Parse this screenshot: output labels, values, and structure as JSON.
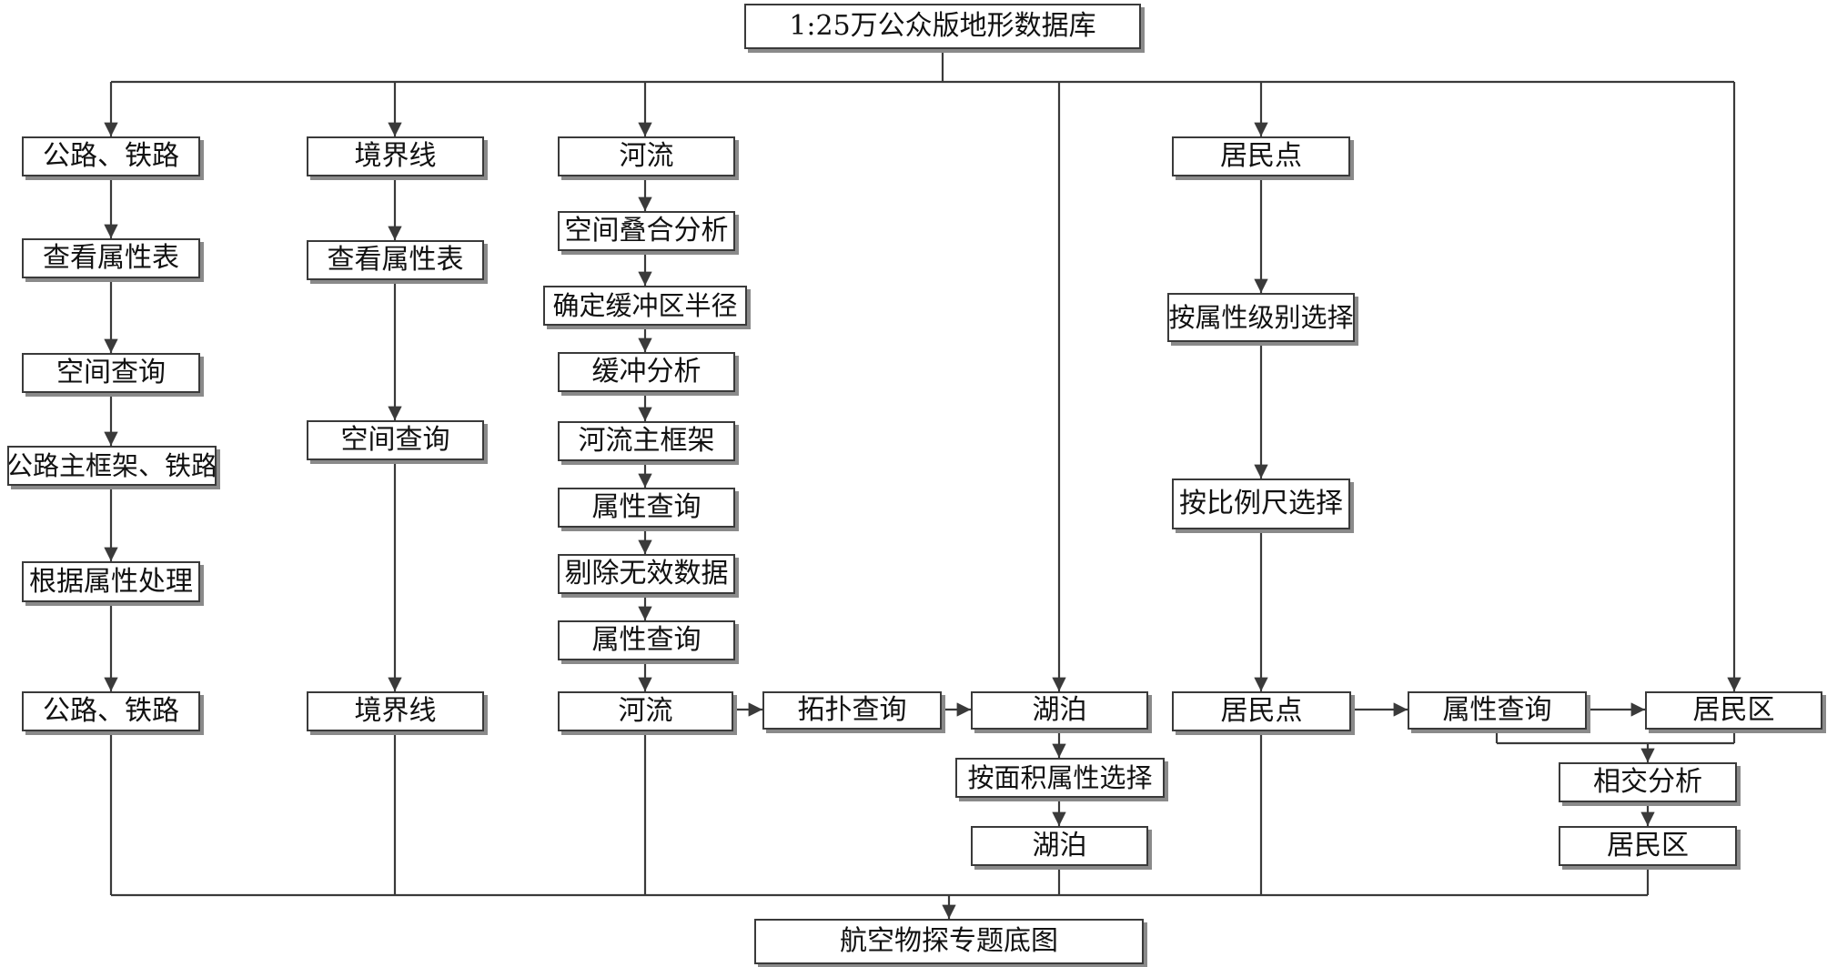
{
  "diagram": {
    "source": "1:25万公众版地形数据库",
    "target": "航空物探专题底图",
    "column_roads": {
      "start": "公路、铁路",
      "step1": "查看属性表",
      "step2": "空间查询",
      "step3": "公路主框架、铁路",
      "step4": "根据属性处理",
      "result": "公路、铁路"
    },
    "column_boundary": {
      "start": "境界线",
      "step1": "查看属性表",
      "step2": "空间查询",
      "result": "境界线"
    },
    "column_river": {
      "start": "河流",
      "step1": "空间叠合分析",
      "step2": "确定缓冲区半径",
      "step3": "缓冲分析",
      "step4": "河流主框架",
      "step5": "属性查询",
      "step6": "剔除无效数据",
      "step7": "属性查询",
      "result": "河流"
    },
    "column_lake": {
      "topology": "拓扑查询",
      "lake": "湖泊",
      "select": "按面积属性选择",
      "result": "湖泊"
    },
    "column_settlement": {
      "start": "居民点",
      "step1": "按属性级别选择",
      "step2": "按比例尺选择",
      "result": "居民点"
    },
    "column_area": {
      "query": "属性查询",
      "area": "居民区",
      "intersect": "相交分析",
      "result": "居民区"
    },
    "colors": {
      "line": "#3a3a3a",
      "box_shadow": "#8a8a8a"
    }
  }
}
